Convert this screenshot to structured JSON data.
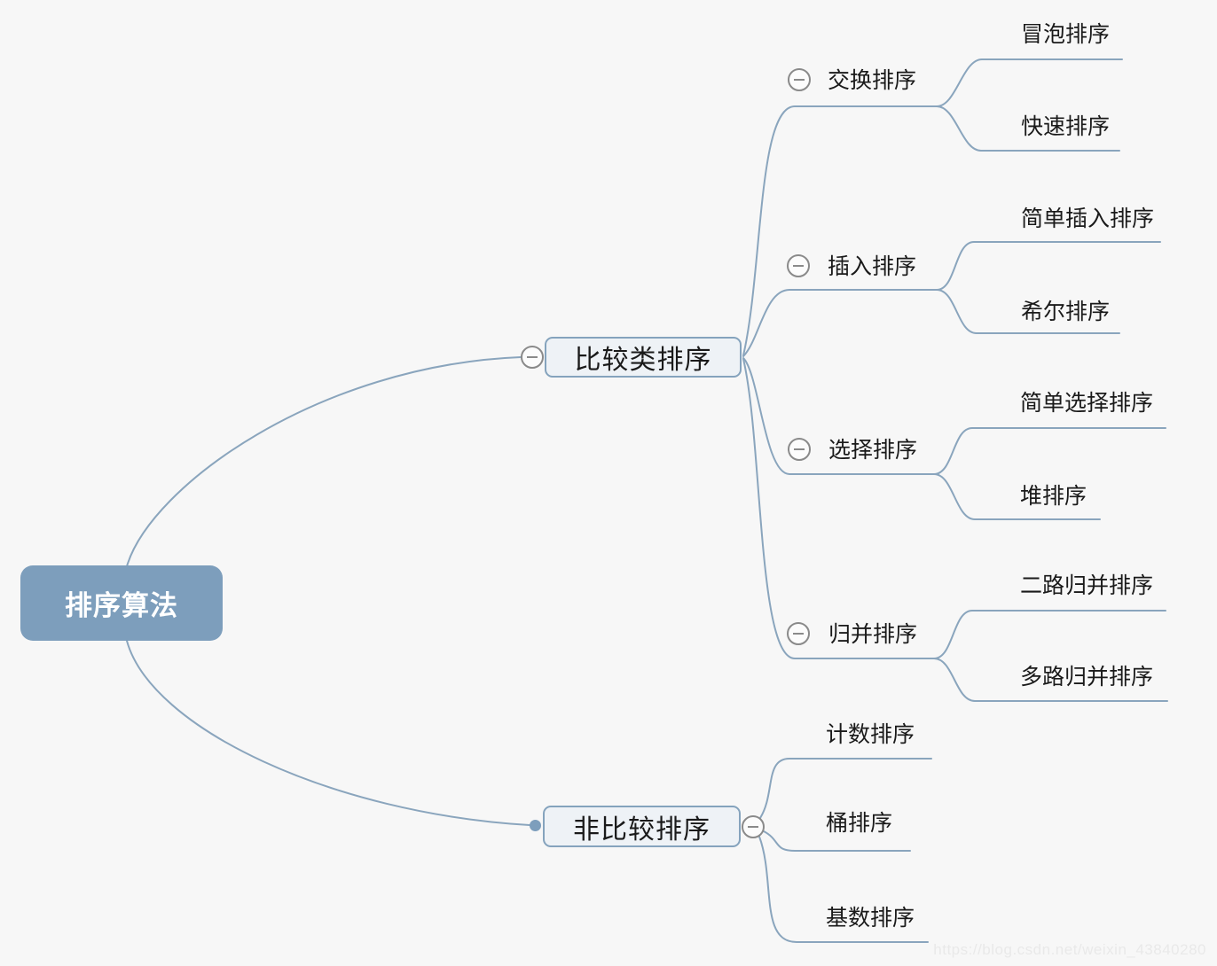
{
  "root": {
    "label": "排序算法"
  },
  "branches": [
    {
      "label": "比较类排序",
      "children": [
        {
          "label": "交换排序",
          "children": [
            {
              "label": "冒泡排序"
            },
            {
              "label": "快速排序"
            }
          ]
        },
        {
          "label": "插入排序",
          "children": [
            {
              "label": "简单插入排序"
            },
            {
              "label": "希尔排序"
            }
          ]
        },
        {
          "label": "选择排序",
          "children": [
            {
              "label": "简单选择排序"
            },
            {
              "label": "堆排序"
            }
          ]
        },
        {
          "label": "归并排序",
          "children": [
            {
              "label": "二路归并排序"
            },
            {
              "label": "多路归并排序"
            }
          ]
        }
      ]
    },
    {
      "label": "非比较排序",
      "children": [
        {
          "label": "计数排序"
        },
        {
          "label": "桶排序"
        },
        {
          "label": "基数排序"
        }
      ]
    }
  ],
  "icons": {
    "collapse": "minus-icon",
    "connection_end": "dot-icon"
  },
  "colors": {
    "background": "#f7f7f7",
    "line": "#8aa5bd",
    "root_fill": "#7d9ebc",
    "root_text": "#ffffff",
    "topic_fill": "#eef2f6",
    "topic_border": "#85a3bd",
    "collapse_gray": "#8a8a8a",
    "text": "#1a1a1a",
    "watermark": "#e9e9e9"
  },
  "watermark": {
    "text": "https://blog.csdn.net/weixin_43840280"
  }
}
